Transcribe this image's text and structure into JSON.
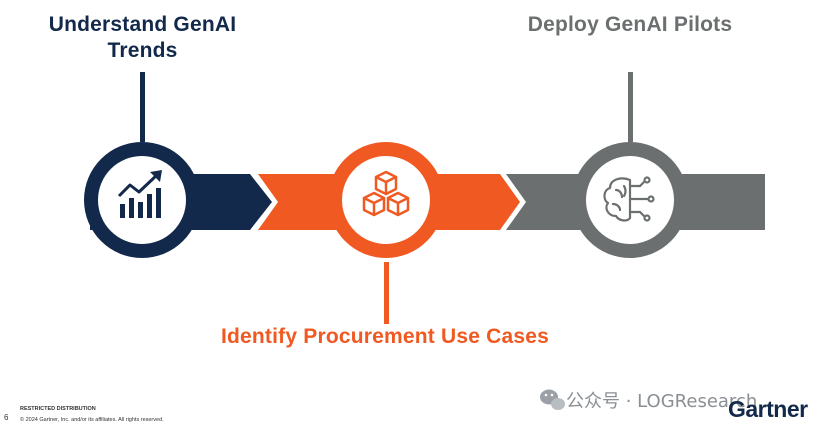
{
  "steps": [
    {
      "title": "Understand GenAI Trends",
      "icon": "bar-chart-trend-icon",
      "color": "#13294b"
    },
    {
      "title": "Identify Procurement Use Cases",
      "icon": "blocks-cubes-icon",
      "color": "#f05a22"
    },
    {
      "title": "Deploy GenAI Pilots",
      "icon": "brain-circuit-icon",
      "color": "#6b6f70"
    }
  ],
  "footer": {
    "page_number": "6",
    "distribution": "RESTRICTED DISTRIBUTION",
    "copyright": "© 2024 Gartner, Inc. and/or its affiliates. All rights reserved.",
    "brand": "Gartner"
  },
  "watermark": {
    "text": "公众号 · LOGResearch",
    "icon": "wechat-icon"
  }
}
